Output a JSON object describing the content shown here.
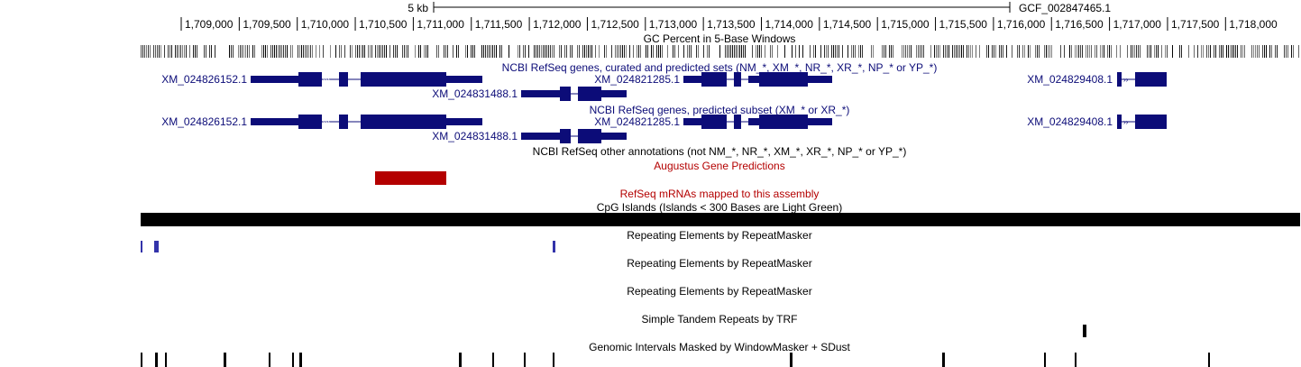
{
  "ruler": {
    "scale_label": "5 kb",
    "assembly_label": "GCF_002847465.1",
    "ticks": [
      "1,709,000",
      "1,709,500",
      "1,710,000",
      "1,710,500",
      "1,711,000",
      "1,711,500",
      "1,712,000",
      "1,712,500",
      "1,713,000",
      "1,713,500",
      "1,714,000",
      "1,714,500",
      "1,715,000",
      "1,715,500",
      "1,716,000",
      "1,716,500",
      "1,717,000",
      "1,717,500",
      "1,718,000"
    ]
  },
  "tracks": {
    "gc_percent": "GC Percent in 5-Base Windows",
    "refseq_all": "NCBI RefSeq genes, curated and predicted sets (NM_*, XM_*, NR_*, XR_*, NP_* or YP_*)",
    "refseq_predicted": "NCBI RefSeq genes, predicted subset (XM_* or XR_*)",
    "refseq_other": "NCBI RefSeq other annotations (not NM_*, NR_*, XM_*, XR_*, NP_* or YP_*)",
    "augustus": "Augustus Gene Predictions",
    "refseq_mrnas": "RefSeq mRNAs mapped to this assembly",
    "cpg": "CpG Islands (Islands < 300 Bases are Light Green)",
    "repeatmasker_1": "Repeating Elements by RepeatMasker",
    "repeatmasker_2": "Repeating Elements by RepeatMasker",
    "repeatmasker_3": "Repeating Elements by RepeatMasker",
    "trf": "Simple Tandem Repeats by TRF",
    "windowmasker": "Genomic Intervals Masked by WindowMasker + SDust"
  },
  "genes": {
    "g1": "XM_024826152.1",
    "g2": "XM_024831488.1",
    "g3": "XM_024821285.1",
    "g4": "XM_024829408.1"
  },
  "colors": {
    "gene": "#0c0c78",
    "red_label": "#b40000",
    "augustus": "#b40000",
    "repeat": "#3333aa",
    "black": "#000000"
  }
}
